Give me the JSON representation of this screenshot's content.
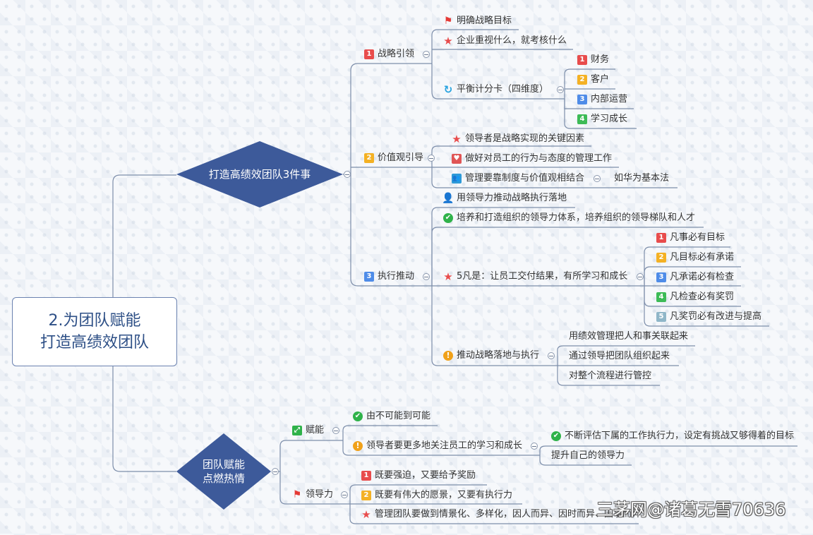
{
  "root": {
    "line1": "2.为团队赋能",
    "line2": "打造高绩效团队"
  },
  "branch_a": {
    "title": "打造高绩效团队3件事",
    "sub1": {
      "label": "战略引领",
      "items": [
        "明确战略目标",
        "企业重视什么，就考核什么",
        "平衡计分卡（四维度）"
      ],
      "scorecard": [
        "财务",
        "客户",
        "内部运营",
        "学习成长"
      ]
    },
    "sub2": {
      "label": "价值观引导",
      "items": [
        "领导者是战略实现的关键因素",
        "做好对员工的行为与态度的管理工作",
        "管理要靠制度与价值观相结合"
      ],
      "example": "如华为基本法"
    },
    "sub3": {
      "label": "执行推动",
      "items": [
        "用领导力推动战略执行落地",
        "培养和打造组织的领导力体系，培养组织的领导梯队和人才",
        "5凡是：让员工交付结果，有所学习和成长",
        "推动战略落地与执行"
      ],
      "five": [
        "凡事必有目标",
        "凡目标必有承诺",
        "凡承诺必有检查",
        "凡检查必有奖罚",
        "凡奖罚必有改进与提高"
      ],
      "push": [
        "用绩效管理把人和事关联起来",
        "通过领导把团队组织起来",
        "对整个流程进行管控"
      ]
    }
  },
  "branch_b": {
    "title_line1": "团队赋能",
    "title_line2": "点燃热情",
    "sub1": {
      "label": "赋能",
      "items": [
        "由不可能到可能",
        "领导者要更多地关注员工的学习和成长"
      ],
      "growth": [
        "不断评估下属的工作执行力，设定有挑战又够得着的目标",
        "提升自己的领导力"
      ]
    },
    "sub2": {
      "label": "领导力",
      "items": [
        "既要强迫，又要给予奖励",
        "既要有伟大的愿景，又要有执行力",
        "管理团队要做到情景化、多样化，因人而异、因时而异、因事而异"
      ]
    }
  },
  "watermark": "三茅网@诸葛无雪70636",
  "colors": {
    "diamond": "#3d5a9a",
    "line": "#7d8eaa",
    "text": "#333333",
    "root_text": "#2d4f86"
  }
}
